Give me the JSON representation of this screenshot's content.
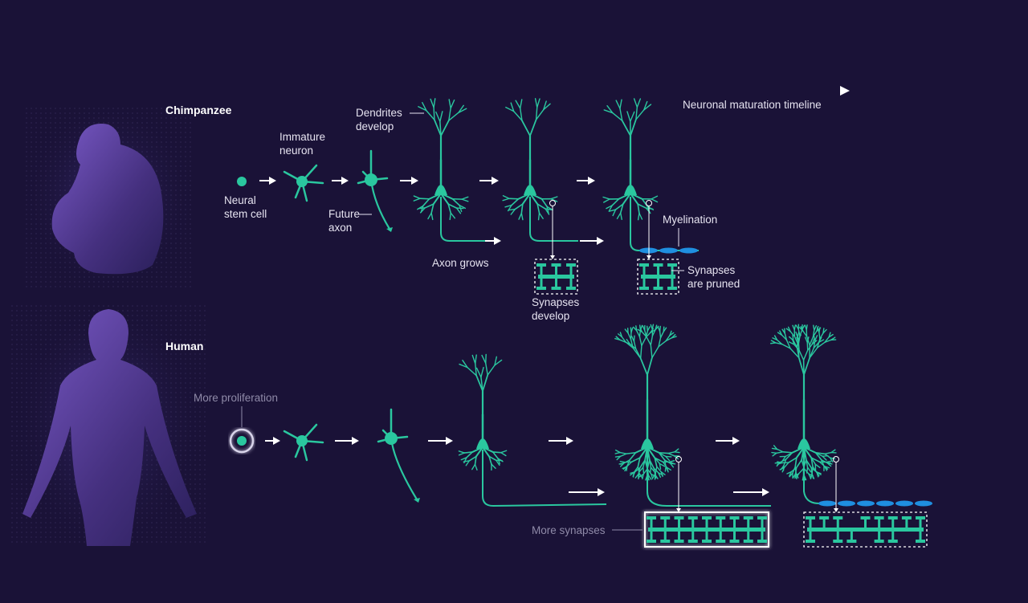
{
  "timeline": {
    "label": "Neuronal maturation timeline"
  },
  "colors": {
    "background": "#1a1237",
    "neuron": "#2ac79f",
    "myelin": "#1f8fe0",
    "text": "#e6e3f0",
    "silhouette": "#5b3fa8"
  },
  "chimpanzee": {
    "title": "Chimpanzee",
    "labels": {
      "stem_cell": [
        "Neural",
        "stem cell"
      ],
      "immature": [
        "Immature",
        "neuron"
      ],
      "future_axon": [
        "Future",
        "axon"
      ],
      "dendrites": [
        "Dendrites",
        "develop"
      ],
      "axon_grows": "Axon grows",
      "synapses_develop": [
        "Synapses",
        "develop"
      ],
      "myelination": "Myelination",
      "synapses_pruned": [
        "Synapses",
        "are pruned"
      ]
    }
  },
  "human": {
    "title": "Human",
    "labels": {
      "more_proliferation": "More proliferation",
      "more_synapses": "More synapses"
    }
  }
}
